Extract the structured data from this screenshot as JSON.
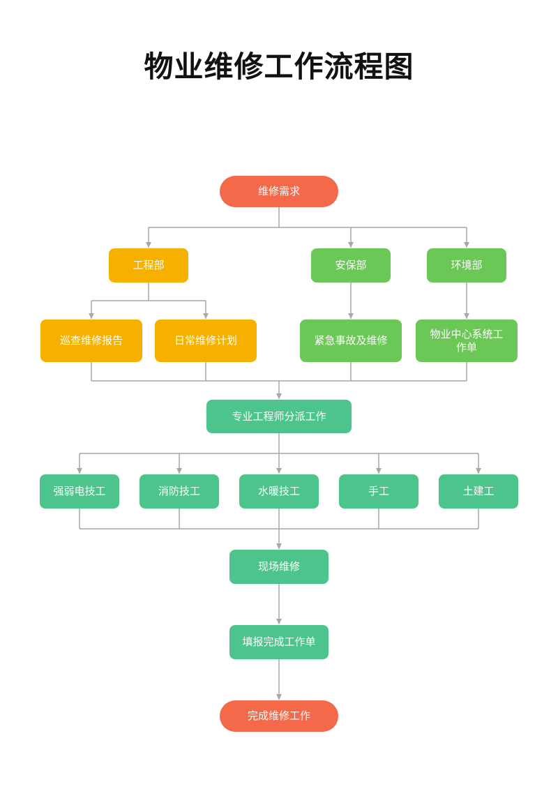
{
  "title": "物业维修工作流程图",
  "colors": {
    "start_end": "#f5694b",
    "engineering": "#f6b100",
    "security_env": "#6bc756",
    "process": "#4dc48c",
    "connector": "#a6a6a6"
  },
  "nodes": {
    "start": "维修需求",
    "dept_engineering": "工程部",
    "dept_security": "安保部",
    "dept_environment": "环境部",
    "inspection_report": "巡查维修报告",
    "daily_plan": "日常维修计划",
    "emergency": "紧急事故及维修",
    "work_order_system": "物业中心系统工作单",
    "dispatch": "专业工程师分派工作",
    "electrician": "强弱电技工",
    "fire_tech": "消防技工",
    "plumbing_tech": "水暖技工",
    "handyman": "手工",
    "civil_worker": "土建工",
    "onsite_repair": "现场维修",
    "fill_order": "填报完成工作单",
    "end": "完成维修工作"
  }
}
